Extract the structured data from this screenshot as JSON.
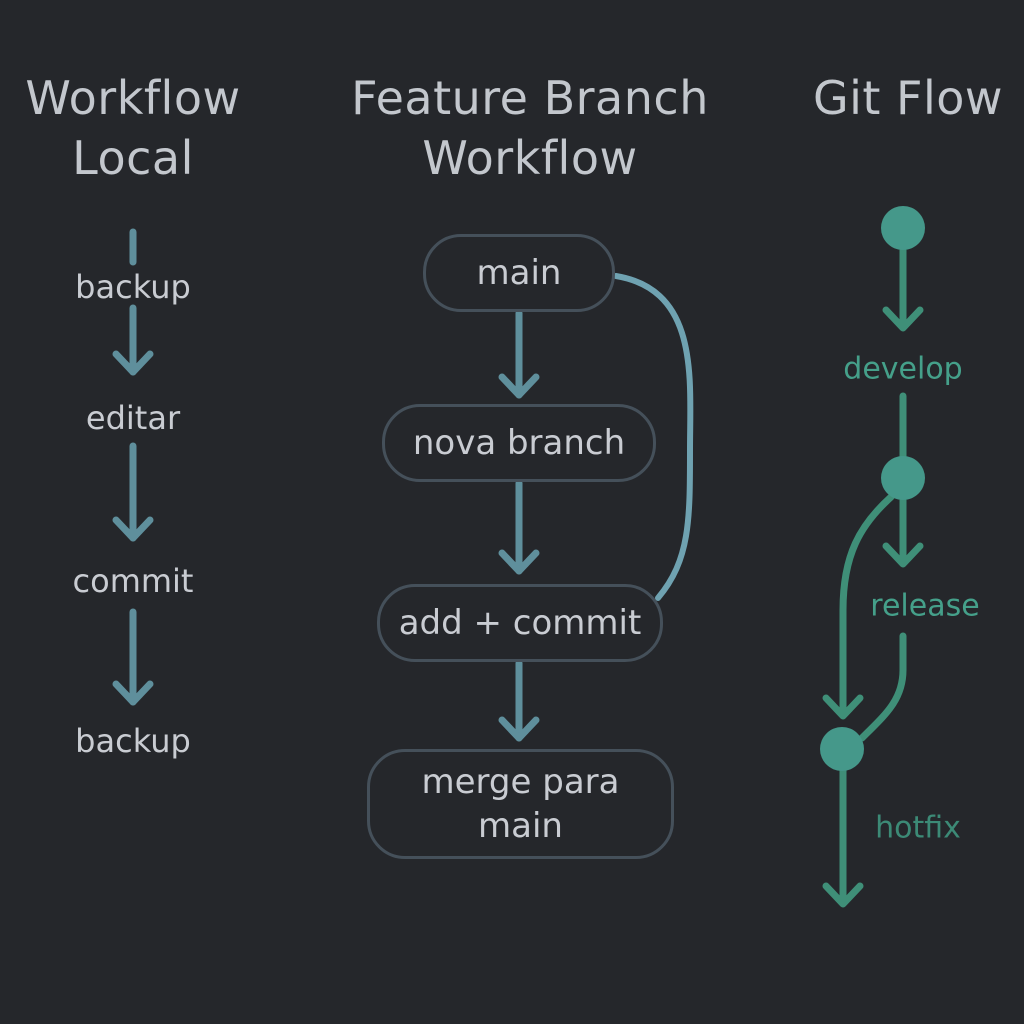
{
  "columns": {
    "local": {
      "title_line1": "Workflow",
      "title_line2": "Local",
      "steps": [
        "backup",
        "editar",
        "commit",
        "backup"
      ]
    },
    "feature": {
      "title_line1": "Feature Branch",
      "title_line2": "Workflow",
      "nodes": [
        "main",
        "nova branch",
        "add + commit",
        "merge para\nmain"
      ]
    },
    "gitflow": {
      "title": "Git Flow",
      "labels": [
        "develop",
        "release",
        "hotfix"
      ]
    }
  },
  "colors": {
    "background": "#25272b",
    "text": "#c9ccd2",
    "arrow_blue": "#5f8f9c",
    "loop_blue": "#6fa2b1",
    "box_border": "#45505a",
    "git_green": "#3f8f78",
    "node_green": "#45988a"
  }
}
